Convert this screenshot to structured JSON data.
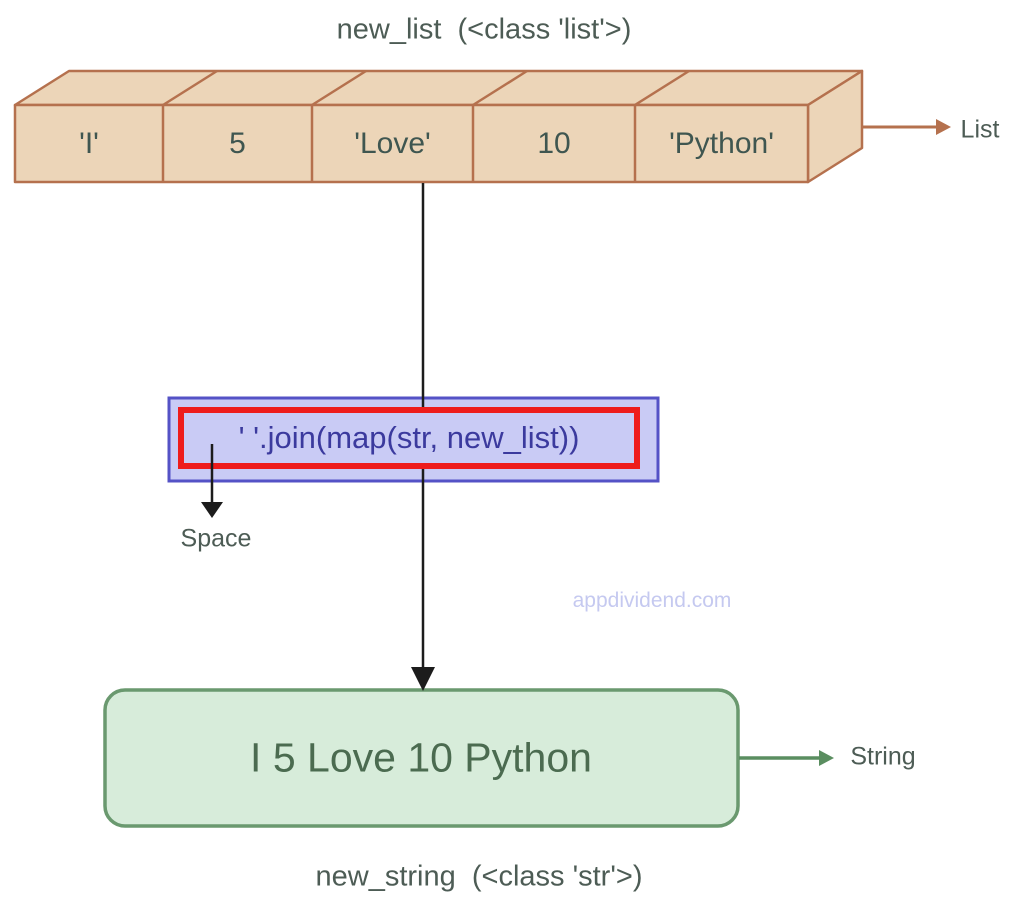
{
  "colors": {
    "background": "#ffffff",
    "array_fill": "#ecd5b8",
    "array_border": "#b5714e",
    "array_text": "#3f5650",
    "label_text": "#4d5c55",
    "code_box_fill": "#c9cbf5",
    "code_box_border": "#5452c6",
    "code_highlight": "#ee1c1c",
    "code_text": "#3b3a9e",
    "arrow_black": "#1c1c1c",
    "result_fill": "#d7ecda",
    "result_border": "#6a996f",
    "result_text": "#4b6b50",
    "string_arrow": "#5a8e60",
    "watermark_text": "#c5c9f0"
  },
  "header": {
    "title": "new_list  (<class 'list'>)"
  },
  "array": {
    "cells": [
      "'I'",
      "5",
      "'Love'",
      "10",
      "'Python'"
    ],
    "type_label": "List"
  },
  "code": {
    "expression": "' '.join(map(str, new_list))",
    "separator_label": "Space"
  },
  "watermark": {
    "text": "appdividend.com"
  },
  "result": {
    "text": "I 5 Love 10 Python",
    "type_label": "String"
  },
  "footer": {
    "label": "new_string  (<class 'str'>)"
  }
}
